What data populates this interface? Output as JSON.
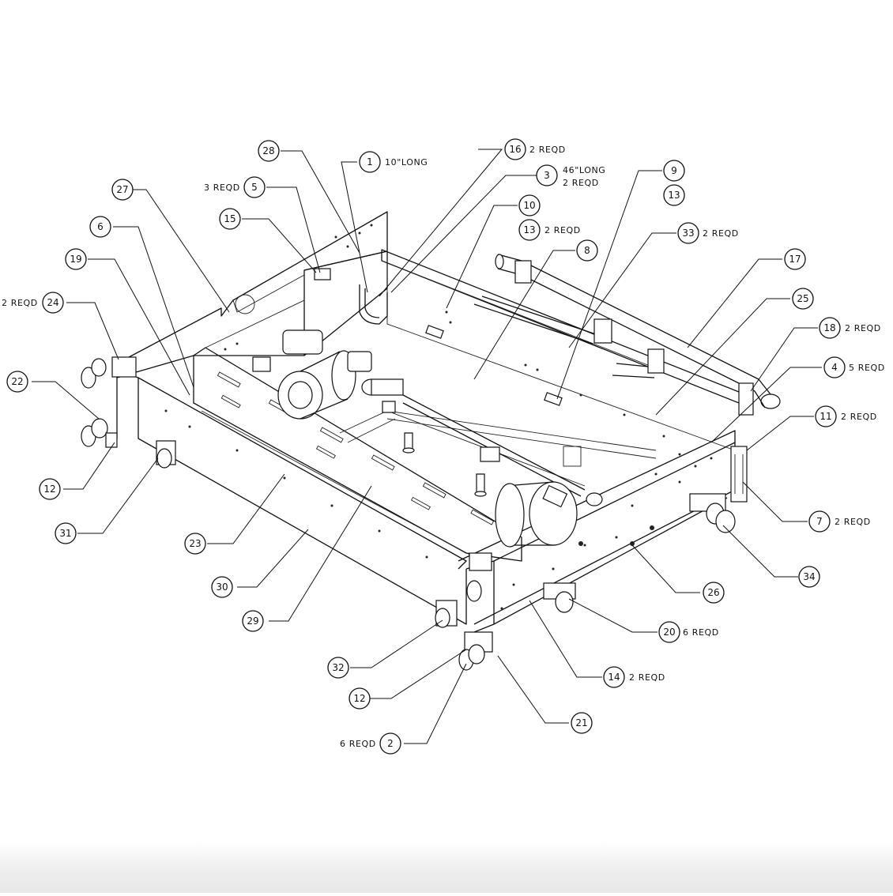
{
  "callouts": [
    {
      "num": "1",
      "note": "10\"LONG"
    },
    {
      "num": "2",
      "note": "6 REQD"
    },
    {
      "num": "3",
      "note": "46\"LONG",
      "note2": "2 REQD"
    },
    {
      "num": "4",
      "note": "5 REQD"
    },
    {
      "num": "5",
      "note": "3 REQD"
    },
    {
      "num": "6",
      "note": ""
    },
    {
      "num": "7",
      "note": "2 REQD"
    },
    {
      "num": "8",
      "note": ""
    },
    {
      "num": "9",
      "note": ""
    },
    {
      "num": "10",
      "note": ""
    },
    {
      "num": "11",
      "note": "2 REQD"
    },
    {
      "num": "12",
      "note": ""
    },
    {
      "num": "12",
      "note": ""
    },
    {
      "num": "13",
      "note": ""
    },
    {
      "num": "13",
      "note": "2 REQD"
    },
    {
      "num": "14",
      "note": "2 REQD"
    },
    {
      "num": "15",
      "note": ""
    },
    {
      "num": "16",
      "note": "2 REQD"
    },
    {
      "num": "17",
      "note": ""
    },
    {
      "num": "18",
      "note": "2 REQD"
    },
    {
      "num": "19",
      "note": ""
    },
    {
      "num": "20",
      "note": "6 REQD"
    },
    {
      "num": "21",
      "note": ""
    },
    {
      "num": "22",
      "note": ""
    },
    {
      "num": "23",
      "note": ""
    },
    {
      "num": "24",
      "note": "2 REQD"
    },
    {
      "num": "25",
      "note": ""
    },
    {
      "num": "26",
      "note": ""
    },
    {
      "num": "27",
      "note": ""
    },
    {
      "num": "28",
      "note": ""
    },
    {
      "num": "29",
      "note": ""
    },
    {
      "num": "30",
      "note": ""
    },
    {
      "num": "31",
      "note": ""
    },
    {
      "num": "32",
      "note": ""
    },
    {
      "num": "33",
      "note": "2 REQD"
    },
    {
      "num": "34",
      "note": ""
    }
  ]
}
